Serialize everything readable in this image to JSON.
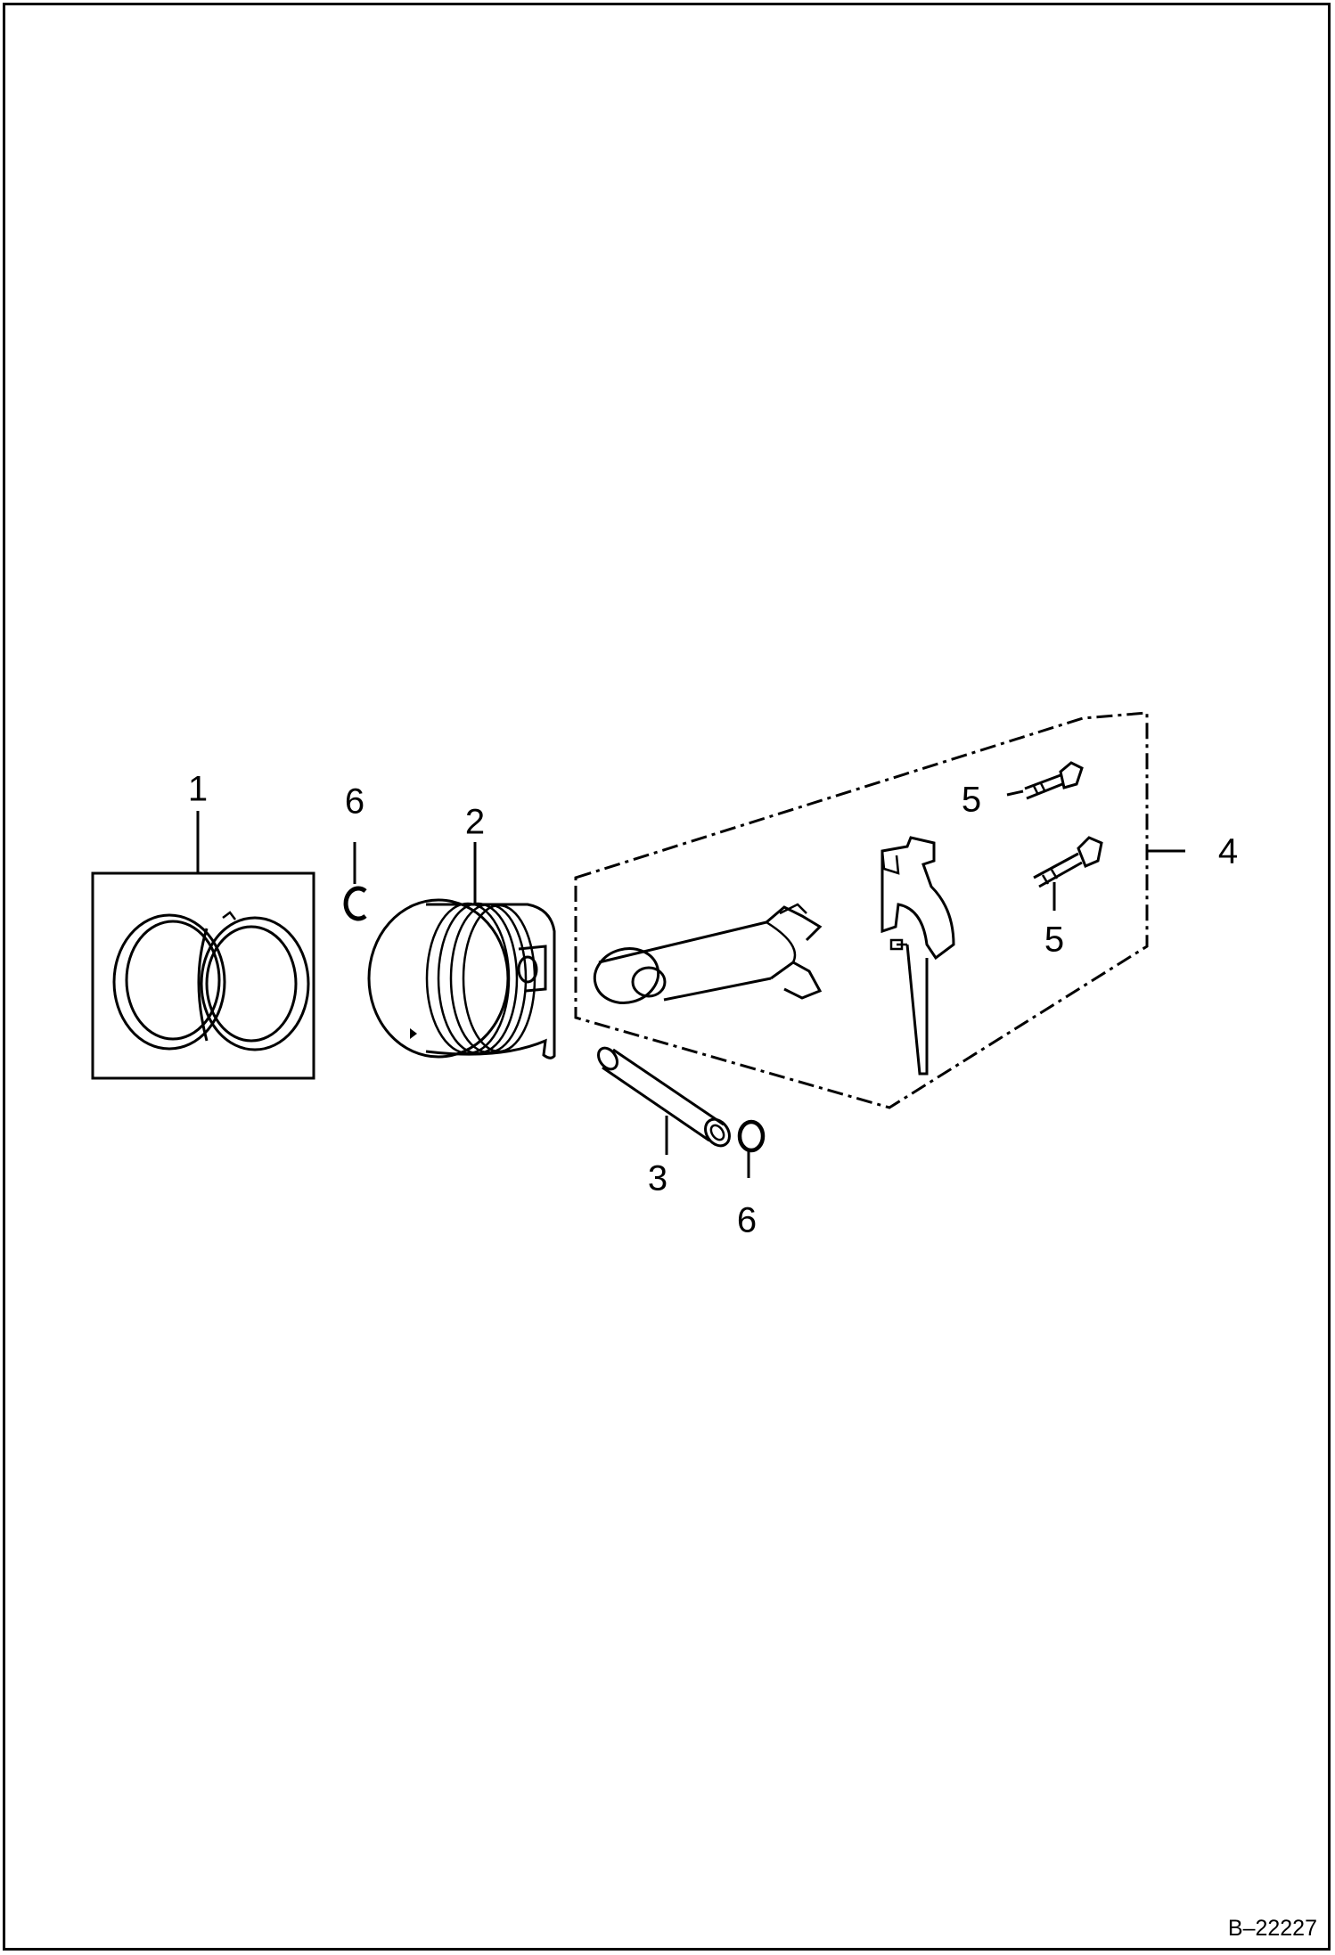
{
  "callouts": [
    {
      "id": "1",
      "label": "1"
    },
    {
      "id": "2",
      "label": "2"
    },
    {
      "id": "3",
      "label": "3"
    },
    {
      "id": "4",
      "label": "4"
    },
    {
      "id": "5a",
      "label": "5"
    },
    {
      "id": "5b",
      "label": "5"
    },
    {
      "id": "6a",
      "label": "6"
    },
    {
      "id": "6b",
      "label": "6"
    }
  ],
  "figure_ref": "B–22227"
}
